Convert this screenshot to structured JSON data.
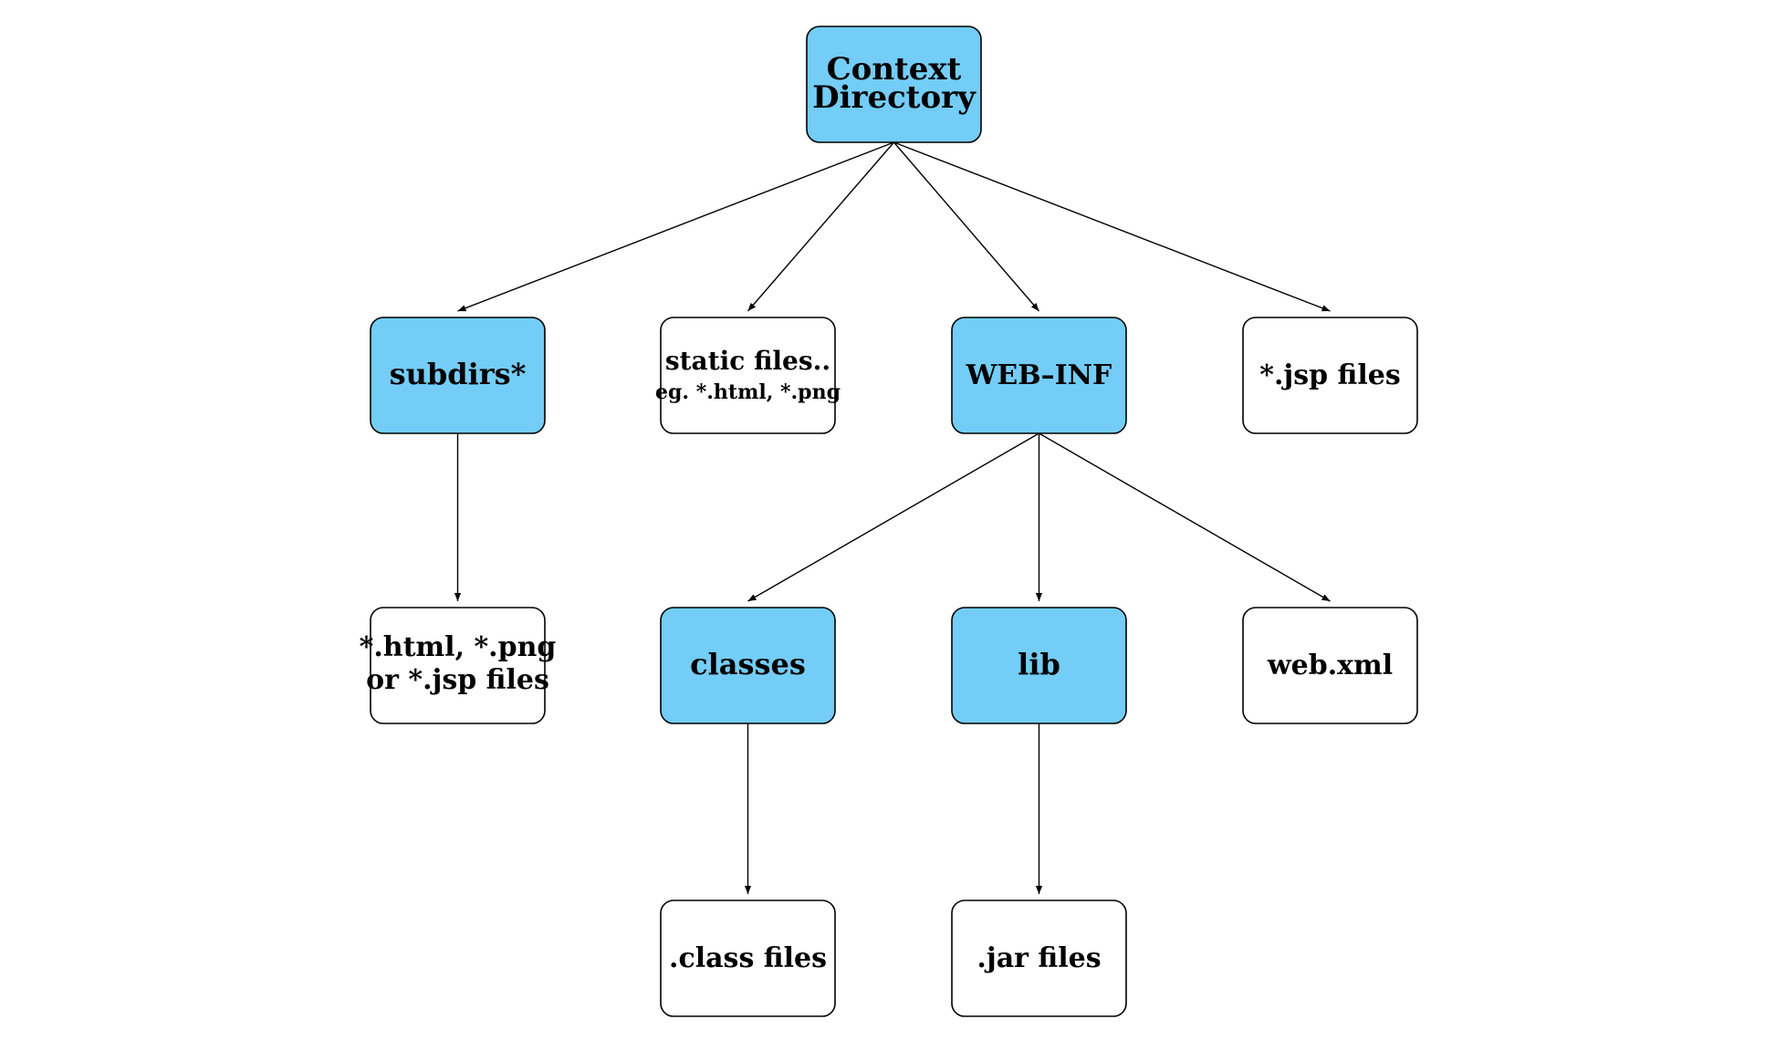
{
  "colors": {
    "directory": "#73cdf6",
    "file": "#ffffff",
    "line": "#000000"
  },
  "nodes": [
    {
      "id": "context",
      "kind": "directory",
      "lines": [
        "Context",
        "Directory"
      ]
    },
    {
      "id": "subdirs",
      "kind": "directory",
      "lines": [
        "subdirs*"
      ]
    },
    {
      "id": "static",
      "kind": "file",
      "lines": [
        "static files..",
        "eg. *.html, *.png"
      ]
    },
    {
      "id": "webinf",
      "kind": "directory",
      "lines": [
        "WEB–INF"
      ]
    },
    {
      "id": "jsp",
      "kind": "file",
      "lines": [
        "*.jsp files"
      ]
    },
    {
      "id": "html",
      "kind": "file",
      "lines": [
        "*.html, *.png",
        "or *.jsp files"
      ]
    },
    {
      "id": "classes",
      "kind": "directory",
      "lines": [
        "classes"
      ]
    },
    {
      "id": "lib",
      "kind": "directory",
      "lines": [
        "lib"
      ]
    },
    {
      "id": "webxml",
      "kind": "file",
      "lines": [
        "web.xml"
      ]
    },
    {
      "id": "classfiles",
      "kind": "file",
      "lines": [
        ".class files"
      ]
    },
    {
      "id": "jarfiles",
      "kind": "file",
      "lines": [
        ".jar files"
      ]
    }
  ],
  "edges": [
    [
      "context",
      "subdirs"
    ],
    [
      "context",
      "static"
    ],
    [
      "context",
      "webinf"
    ],
    [
      "context",
      "jsp"
    ],
    [
      "subdirs",
      "html"
    ],
    [
      "webinf",
      "classes"
    ],
    [
      "webinf",
      "lib"
    ],
    [
      "webinf",
      "webxml"
    ],
    [
      "classes",
      "classfiles"
    ],
    [
      "lib",
      "jarfiles"
    ]
  ]
}
